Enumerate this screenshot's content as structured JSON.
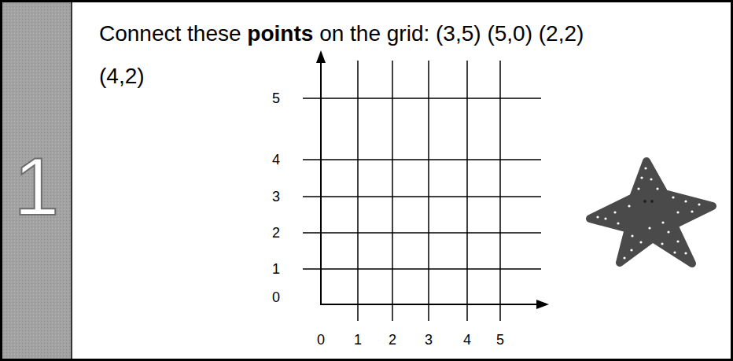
{
  "diagram": {
    "title": "Connect these points on the grid: (3,5) (5,0) (2,2) (4,2)",
    "nodes": [
      {
        "text": [
          "1"
        ]
      }
    ],
    "labels": [
      "5",
      "4",
      "3",
      "2",
      "1",
      "0",
      "0",
      "1",
      "2",
      "3",
      "4",
      "5"
    ]
  }
}
